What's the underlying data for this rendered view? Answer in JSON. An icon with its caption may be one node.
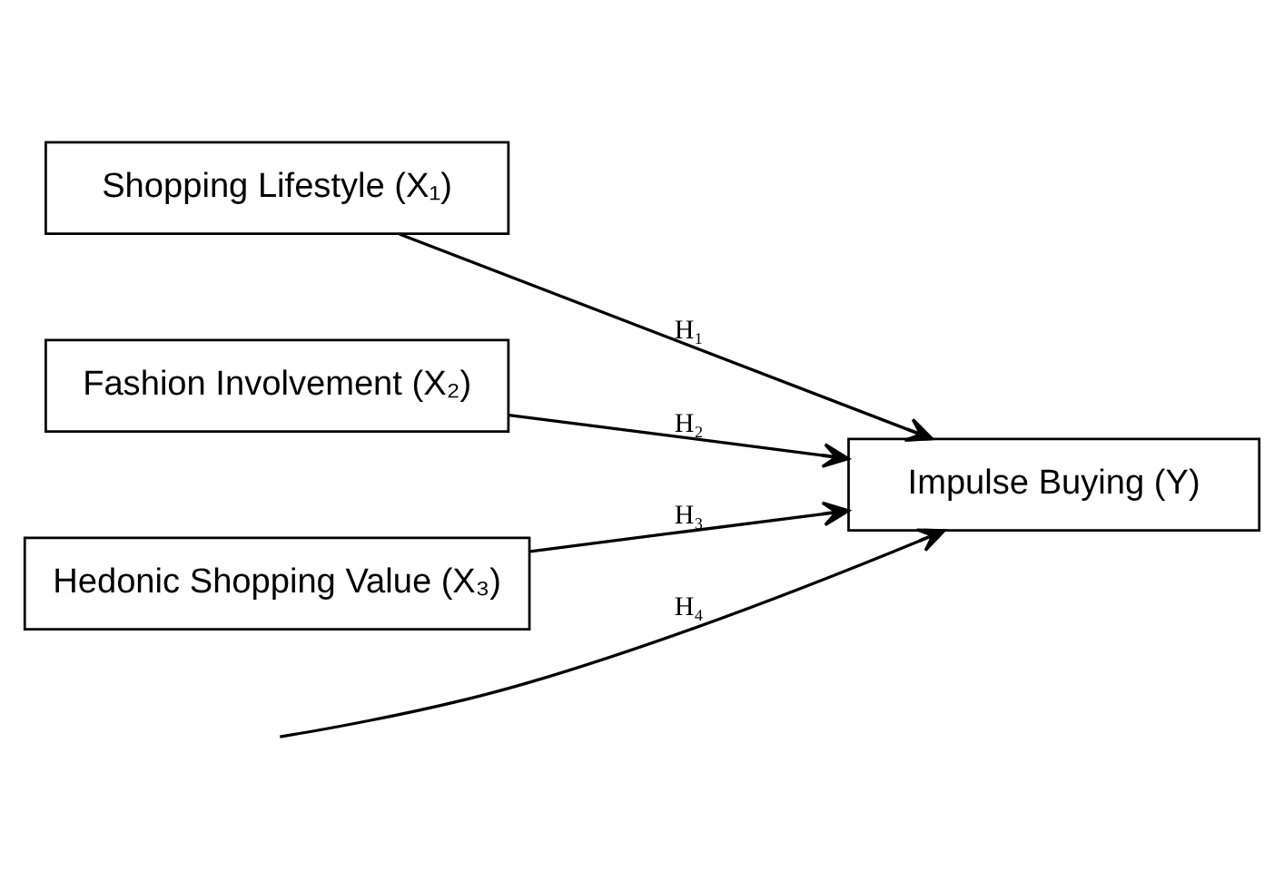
{
  "diagram": {
    "nodes": [
      {
        "text": [
          "Shopping Lifestyle (X₁)"
        ]
      },
      {
        "text": [
          "Fashion Involvement (X₂)"
        ]
      },
      {
        "text": [
          "Hedonic Shopping Value (X₃)"
        ]
      },
      {
        "text": [
          "Impulse Buying (Y)"
        ]
      }
    ],
    "edges": [
      {
        "from": 0,
        "to": 3,
        "arrow": "to",
        "label": "H₁"
      },
      {
        "from": 1,
        "to": 3,
        "arrow": "to",
        "label": "H₂"
      },
      {
        "from": 2,
        "to": 3,
        "arrow": "to",
        "label": "H₃"
      },
      {
        "from": null,
        "to": 3,
        "arrow": "to",
        "label": "H₄"
      }
    ]
  }
}
